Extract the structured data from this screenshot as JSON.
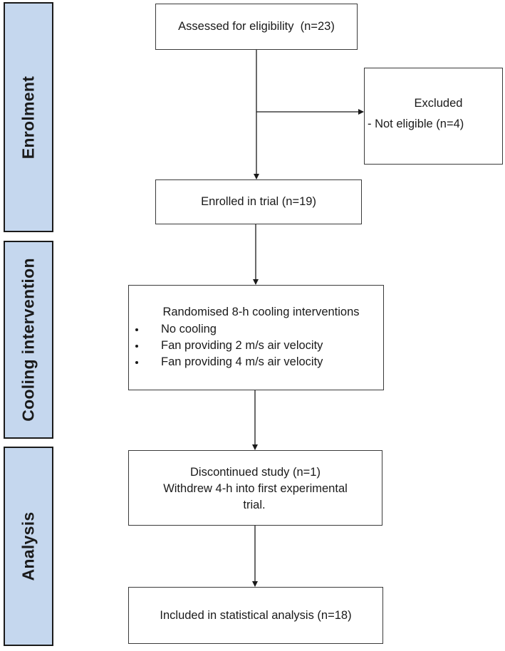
{
  "stages": {
    "enrolment": "Enrolment",
    "cooling_intervention": "Cooling intervention",
    "analysis": "Analysis"
  },
  "boxes": {
    "assessed": "Assessed for eligibility  (n=23)",
    "excluded_title": "Excluded",
    "excluded_reason": "- Not eligible (n=4)",
    "enrolled": "Enrolled in trial (n=19)",
    "randomised_title": "Randomised 8-h cooling interventions",
    "randomised_items": [
      "No cooling",
      "Fan providing 2 m/s air velocity",
      "Fan providing 4 m/s air velocity"
    ],
    "discontinued_title": "Discontinued study (n=1)",
    "discontinued_line2": "Withdrew 4-h into first experimental",
    "discontinued_line3": "trial.",
    "included": "Included in statistical analysis (n=18)"
  }
}
